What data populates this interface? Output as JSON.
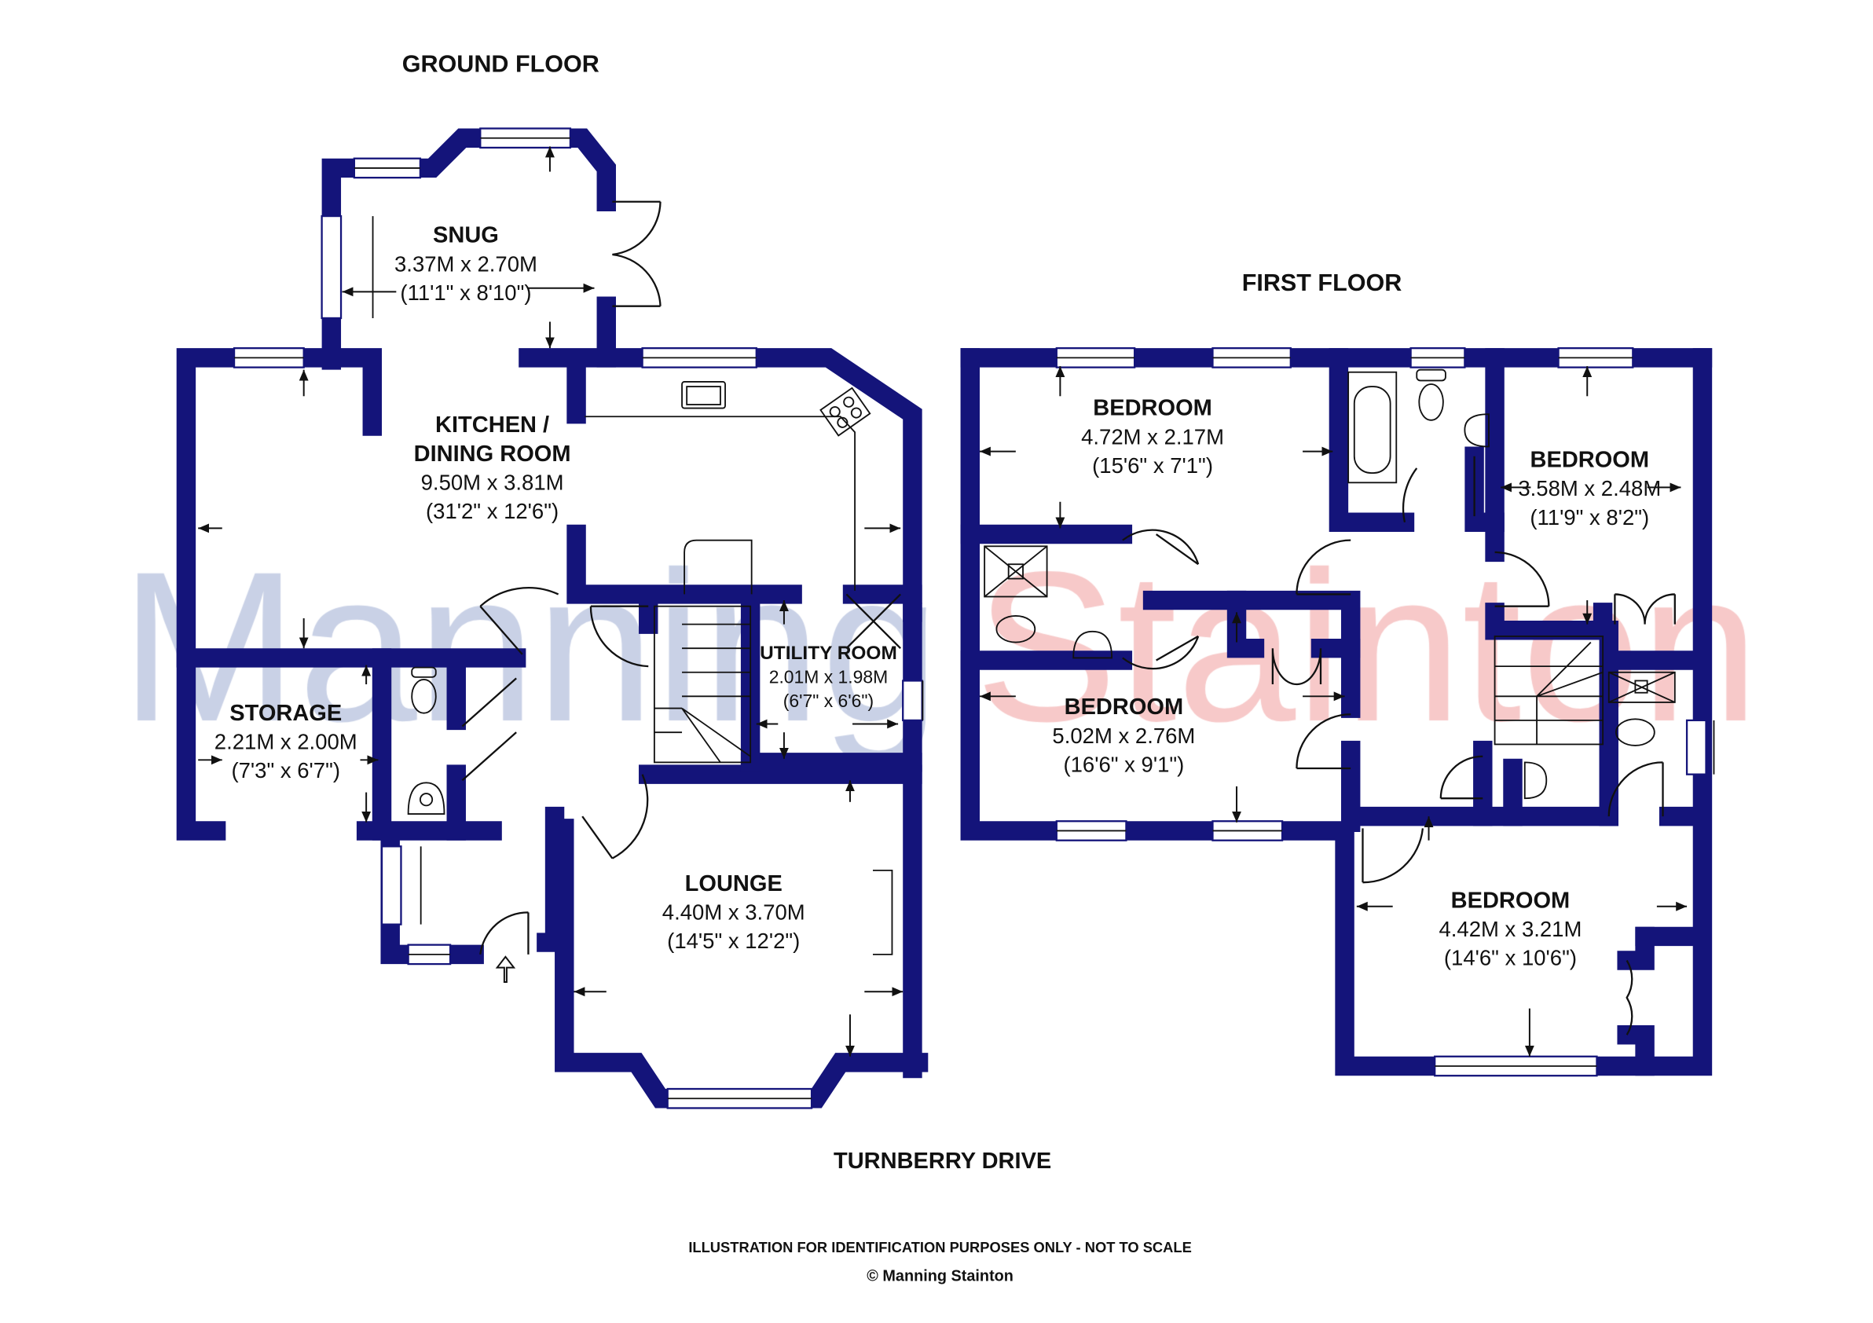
{
  "watermark": {
    "part1": "Manning",
    "part2": "Stainton",
    "color1": "#c9d1e6",
    "color2": "#f7c9c9"
  },
  "colors": {
    "wall": "#14147a"
  },
  "ground_floor": {
    "heading": "GROUND FLOOR",
    "rooms": [
      {
        "name": "SNUG",
        "metric": "3.37M x 2.70M",
        "imperial": "(11'1\" x 8'10\")"
      },
      {
        "name": "KITCHEN /",
        "name2": "DINING ROOM",
        "metric": "9.50M x 3.81M",
        "imperial": "(31'2\" x 12'6\")"
      },
      {
        "name": "UTILITY ROOM",
        "metric": "2.01M x 1.98M",
        "imperial": "(6'7\" x 6'6\")"
      },
      {
        "name": "STORAGE",
        "metric": "2.21M x 2.00M",
        "imperial": "(7'3\" x 6'7\")"
      },
      {
        "name": "LOUNGE",
        "metric": "4.40M x 3.70M",
        "imperial": "(14'5\" x 12'2\")"
      }
    ]
  },
  "first_floor": {
    "heading": "FIRST FLOOR",
    "rooms": [
      {
        "name": "BEDROOM",
        "metric": "4.72M x 2.17M",
        "imperial": "(15'6\" x 7'1\")"
      },
      {
        "name": "BEDROOM",
        "metric": "3.58M x 2.48M",
        "imperial": "(11'9\" x 8'2\")"
      },
      {
        "name": "BEDROOM",
        "metric": "5.02M x 2.76M",
        "imperial": "(16'6\" x 9'1\")"
      },
      {
        "name": "BEDROOM",
        "metric": "4.42M x 3.21M",
        "imperial": "(14'6\" x 10'6\")"
      }
    ]
  },
  "street": "TURNBERRY DRIVE",
  "footer": {
    "disclaimer": "ILLUSTRATION FOR IDENTIFICATION PURPOSES ONLY - NOT TO SCALE",
    "copyright": "© Manning Stainton"
  }
}
